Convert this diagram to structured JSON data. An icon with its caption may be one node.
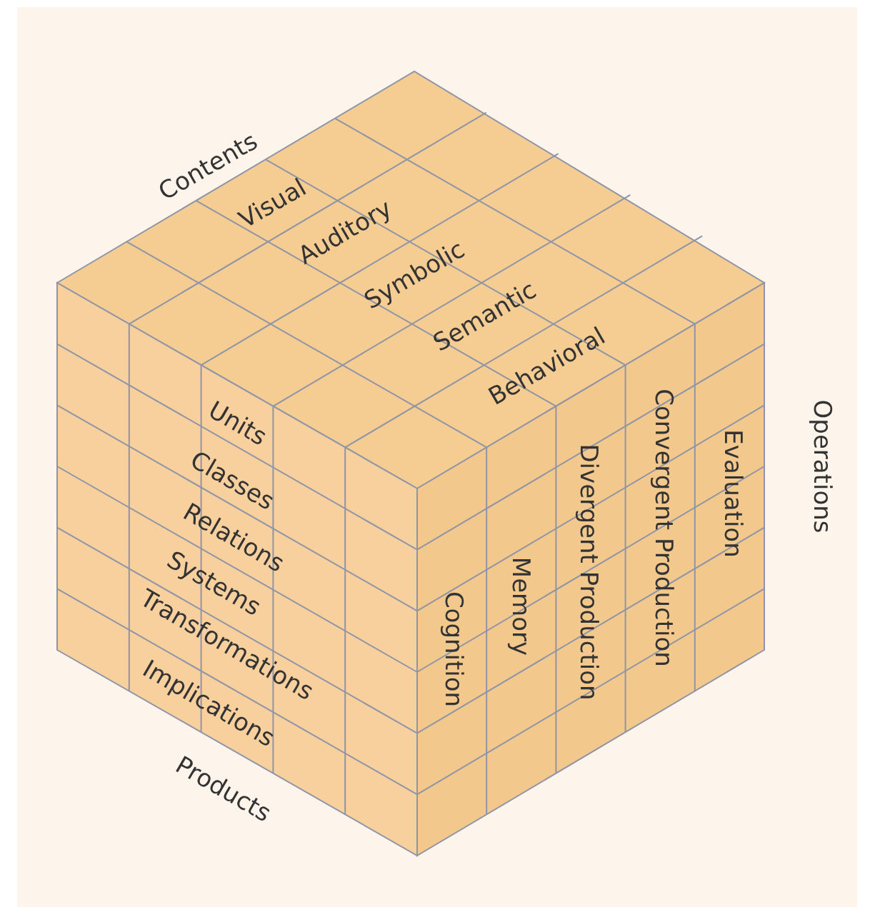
{
  "diagram": {
    "labels": [
      "Contents",
      "Visual",
      "Auditory",
      "Symbolic",
      "Semantic",
      "Behavioral",
      "Operations",
      "Units",
      "Classes",
      "Relations",
      "Systems",
      "Transformations",
      "Implications",
      "Cognition",
      "Memory",
      "Divergent Production",
      "Convergent Production",
      "Evaluation",
      "Products"
    ]
  }
}
